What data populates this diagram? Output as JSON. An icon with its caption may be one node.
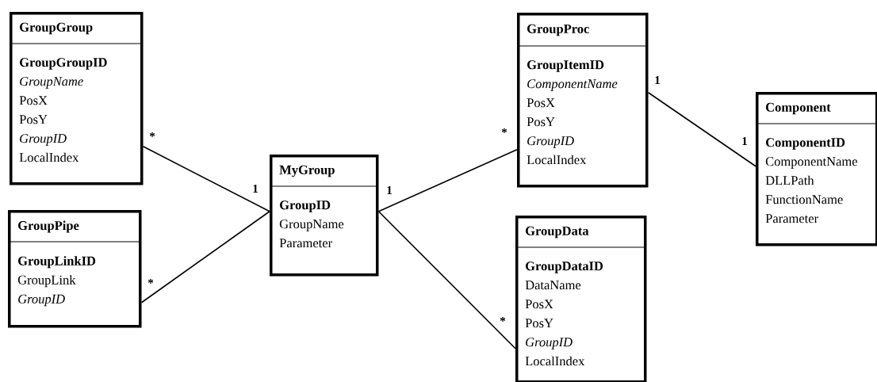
{
  "diagram": {
    "nodes": [
      {
        "text": [
          "GroupGroup",
          "**GroupGroupID** *GroupName* PosX PosY *GroupID* LocalIndex"
        ]
      },
      {
        "text": [
          "GroupPipe",
          "**GroupLinkID** GroupLink *GroupID*"
        ]
      },
      {
        "text": [
          "MyGroup",
          "**GroupID** GroupName Parameter"
        ]
      },
      {
        "text": [
          "GroupProc",
          "**GroupItemID** *ComponentName* PosX PosY *GroupID* LocalIndex"
        ]
      },
      {
        "text": [
          "GroupData",
          "**GroupDataID** DataName PosX PosY *GroupID* LocalIndex"
        ]
      },
      {
        "text": [
          "Component",
          "**ComponentID** ComponentName DLLPath FunctionName Parameter"
        ]
      }
    ],
    "edges": [
      {
        "from": 0,
        "to": 2,
        "arrow": "none"
      },
      {
        "from": 1,
        "to": 2,
        "arrow": "none"
      },
      {
        "from": 2,
        "to": 3,
        "arrow": "none"
      },
      {
        "from": 2,
        "to": 4,
        "arrow": "none"
      },
      {
        "from": 3,
        "to": 5,
        "arrow": "none"
      }
    ],
    "labels": [
      "1",
      "*",
      "*",
      "1",
      "1",
      "1",
      "*",
      "*"
    ]
  }
}
